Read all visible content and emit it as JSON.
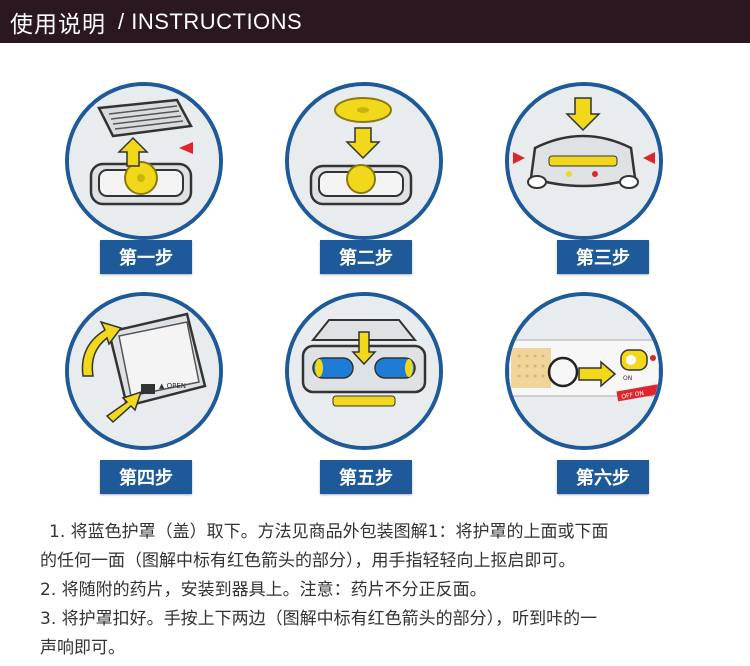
{
  "header": {
    "title_zh": "使用说明",
    "title_en": "/ INSTRUCTIONS"
  },
  "steps": [
    {
      "label": "第一步"
    },
    {
      "label": "第二步"
    },
    {
      "label": "第三步"
    },
    {
      "label": "第四步"
    },
    {
      "label": "第五步"
    },
    {
      "label": "第六步"
    }
  ],
  "illustration_text": {
    "open": "▲ OPEN",
    "on": "ON",
    "off_on": "OFF ON"
  },
  "instructions": {
    "line1a": "1. 将蓝色护罩（盖）取下。方法见商品外包装图解1：将护罩的上面或下面",
    "line1b": "的任何一面（图解中标有红色箭头的部分），用手指轻轻向上抠启即可。",
    "line2": "2. 将随附的药片，安装到器具上。注意：药片不分正反面。",
    "line3a": "3. 将护罩扣好。手按上下两边（图解中标有红色箭头的部分），听到咔的一",
    "line3b": "声响即可。"
  },
  "colors": {
    "header_bg": "#2a1720",
    "accent_blue": "#1e5a99",
    "arrow_yellow": "#f2d81b",
    "arrow_red": "#e0262d"
  }
}
